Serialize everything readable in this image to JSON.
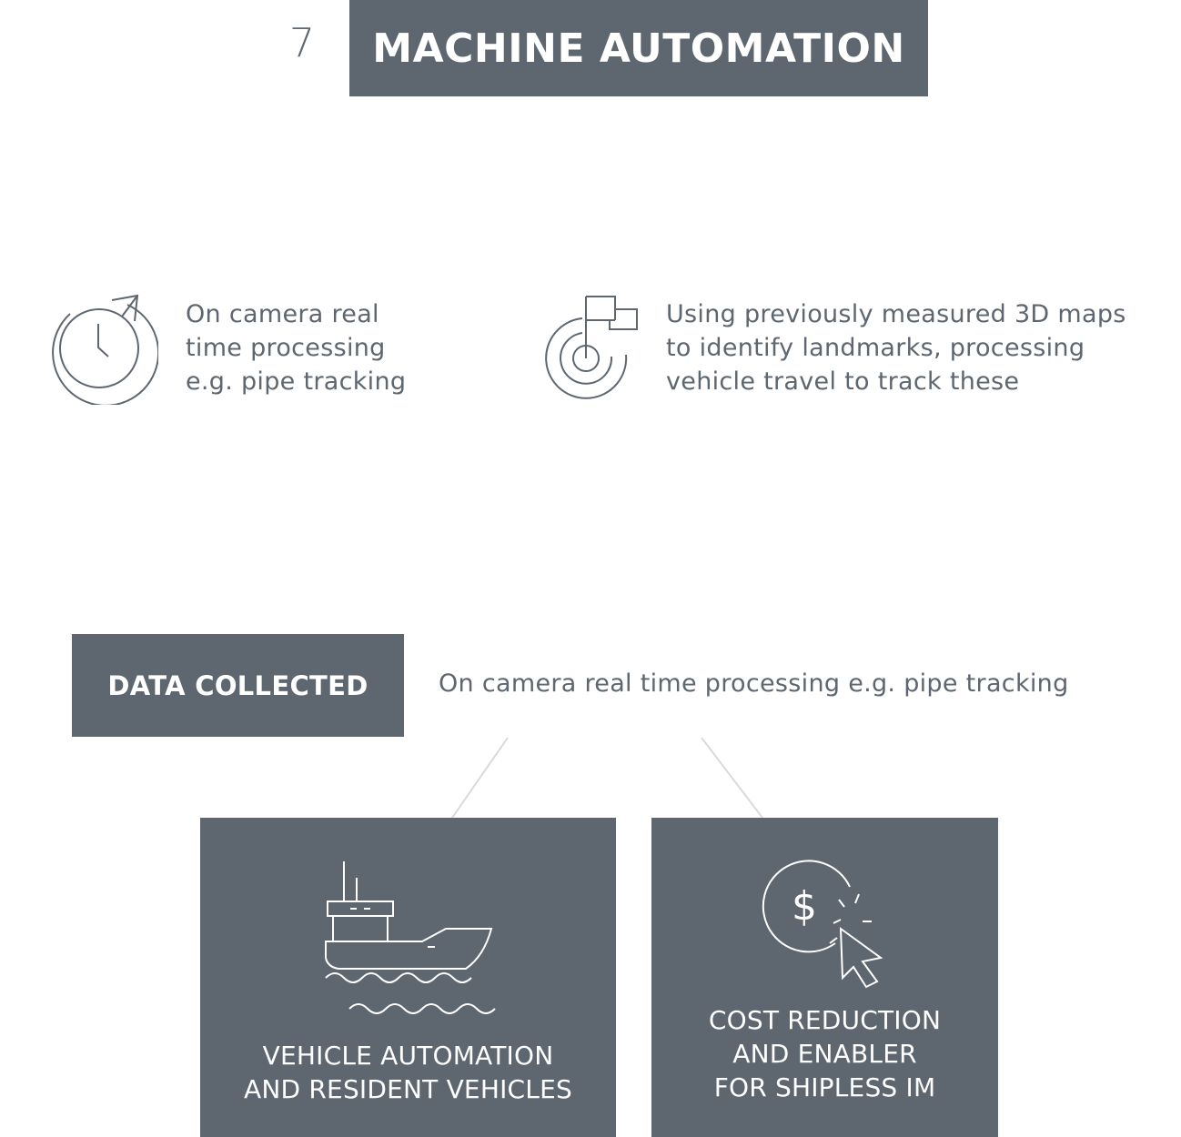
{
  "header": {
    "section_number": "7",
    "title": "MACHINE AUTOMATION"
  },
  "features": [
    {
      "icon": "clock-refresh-icon",
      "lines": [
        "On camera real",
        "time processing",
        "e.g. pipe tracking"
      ]
    },
    {
      "icon": "target-flag-icon",
      "lines": [
        "Using previously measured 3D maps",
        "to identify landmarks, processing",
        "vehicle travel to track these"
      ]
    }
  ],
  "data_collected": {
    "label": "DATA COLLECTED",
    "description": "On camera real time processing e.g. pipe tracking"
  },
  "outcomes": [
    {
      "icon": "ship-icon",
      "lines": [
        "VEHICLE AUTOMATION",
        "AND RESIDENT VEHICLES"
      ]
    },
    {
      "icon": "dollar-click-icon",
      "lines": [
        "COST REDUCTION",
        "AND ENABLER",
        "FOR SHIPLESS IM"
      ]
    }
  ],
  "colors": {
    "primary": "#5e6670",
    "box_text": "#ffffff",
    "background": "#ffffff"
  }
}
